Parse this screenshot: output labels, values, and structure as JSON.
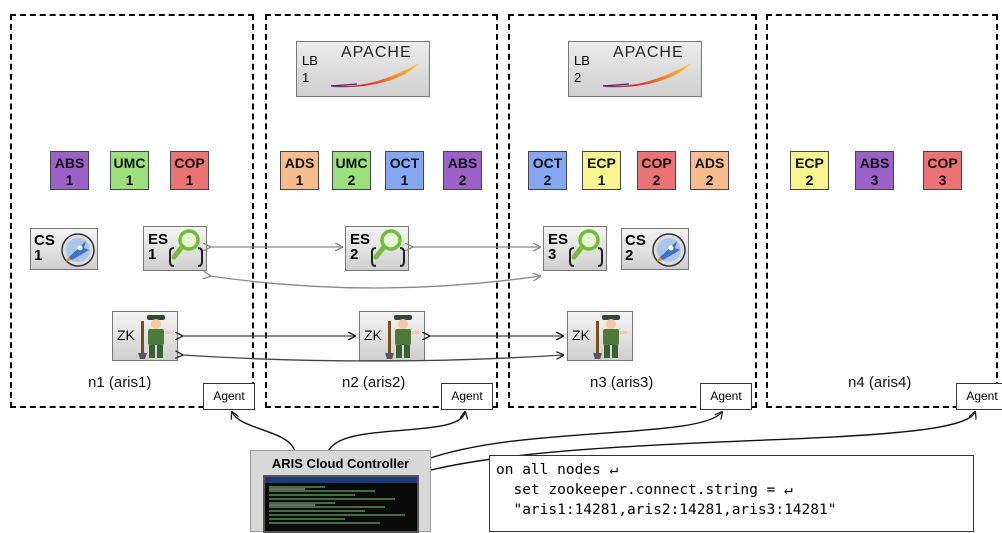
{
  "nodes": [
    {
      "label": "n1 (aris1)"
    },
    {
      "label": "n2 (aris2)"
    },
    {
      "label": "n3 (aris3)"
    },
    {
      "label": "n4 (aris4)"
    }
  ],
  "agent_label": "Agent",
  "load_balancers": [
    {
      "prefix": "LB",
      "number": "1",
      "brand": "APACHE"
    },
    {
      "prefix": "LB",
      "number": "2",
      "brand": "APACHE"
    }
  ],
  "services": {
    "n1": [
      {
        "name": "ABS",
        "num": "1"
      },
      {
        "name": "UMC",
        "num": "1"
      },
      {
        "name": "COP",
        "num": "1"
      }
    ],
    "n2": [
      {
        "name": "ADS",
        "num": "1"
      },
      {
        "name": "UMC",
        "num": "2"
      },
      {
        "name": "OCT",
        "num": "1"
      },
      {
        "name": "ABS",
        "num": "2"
      }
    ],
    "n3": [
      {
        "name": "OCT",
        "num": "2"
      },
      {
        "name": "ECP",
        "num": "1"
      },
      {
        "name": "COP",
        "num": "2"
      },
      {
        "name": "ADS",
        "num": "2"
      }
    ],
    "n4": [
      {
        "name": "ECP",
        "num": "2"
      },
      {
        "name": "ABS",
        "num": "3"
      },
      {
        "name": "COP",
        "num": "3"
      }
    ]
  },
  "cloud_search": [
    {
      "name": "CS",
      "num": "1"
    },
    {
      "name": "CS",
      "num": "2"
    }
  ],
  "elastic_search": [
    {
      "name": "ES",
      "num": "1"
    },
    {
      "name": "ES",
      "num": "2"
    },
    {
      "name": "ES",
      "num": "3"
    }
  ],
  "zookeeper": [
    {
      "name": "ZK"
    },
    {
      "name": "ZK"
    },
    {
      "name": "ZK"
    }
  ],
  "controller": {
    "title": "ARIS Cloud Controller"
  },
  "command": {
    "line1": "on all nodes ↵",
    "line2": "  set zookeeper.connect.string = ↵",
    "line3": "  \"aris1:14281,aris2:14281,aris3:14281\""
  },
  "colors": {
    "ABS": "#9b61c9",
    "UMC": "#9be07a",
    "COP": "#eb7373",
    "ADS": "#f6bc8c",
    "OCT": "#85a6f0",
    "ECP": "#f6f58e"
  }
}
